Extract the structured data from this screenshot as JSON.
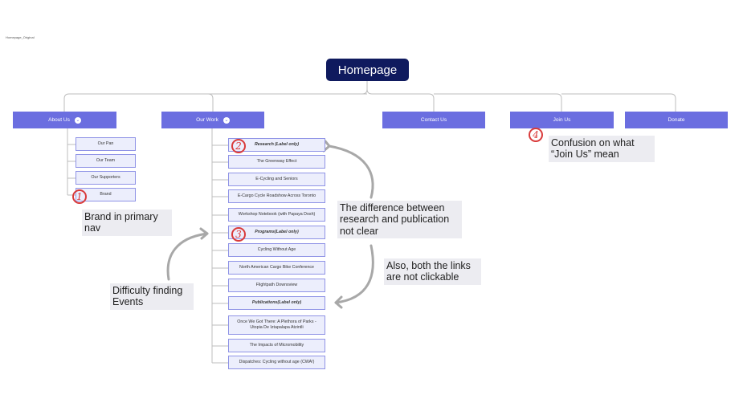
{
  "page_label": "Homepage_Original",
  "root": {
    "label": "Homepage"
  },
  "nav": [
    {
      "label": "About Us",
      "dropdown": true,
      "children": [
        "Our Pan",
        "Our Team",
        "Our Supporters",
        "Brand"
      ]
    },
    {
      "label": "Our Work",
      "dropdown": true,
      "children": [
        "Research (Label only)",
        "The Greenway Effect",
        "E-Cycling and Seniors",
        "E-Cargo Cycle Roadshow Across Toronto",
        "Workshop Notebook (with Papaya Dosh)",
        "Programs(Label only)",
        "Cycling Without Age",
        "North American Cargo Bike Conference",
        "Flightpath Downsview",
        "Publications(Label only)",
        "Once We Got There: A Plethora of Parks - Utopia De Iztapalapa Atzintli",
        "The Impacts of Micromobility",
        "Dispatches: Cycling without age (CWA!)"
      ]
    },
    {
      "label": "Contact Us",
      "dropdown": false
    },
    {
      "label": "Join Us",
      "dropdown": false
    },
    {
      "label": "Donate",
      "dropdown": false
    }
  ],
  "markers": [
    "1",
    "2",
    "3",
    "4"
  ],
  "notes": {
    "brand": "Brand in primary nav",
    "join": "Confusion on what “Join Us” mean",
    "difference": "The difference between research and publication not clear",
    "clickable": "Also, both the links are not clickable",
    "events": "Difficulty finding Events"
  },
  "colors": {
    "root": "#0f1a5e",
    "nav": "#6b6ee0",
    "child_fill": "#eceefc",
    "child_border": "#8f93e6",
    "marker": "#d93a3a",
    "note_bg": "#ececf1",
    "connector": "#bdbdbd",
    "arrow": "#a8a8a8"
  }
}
